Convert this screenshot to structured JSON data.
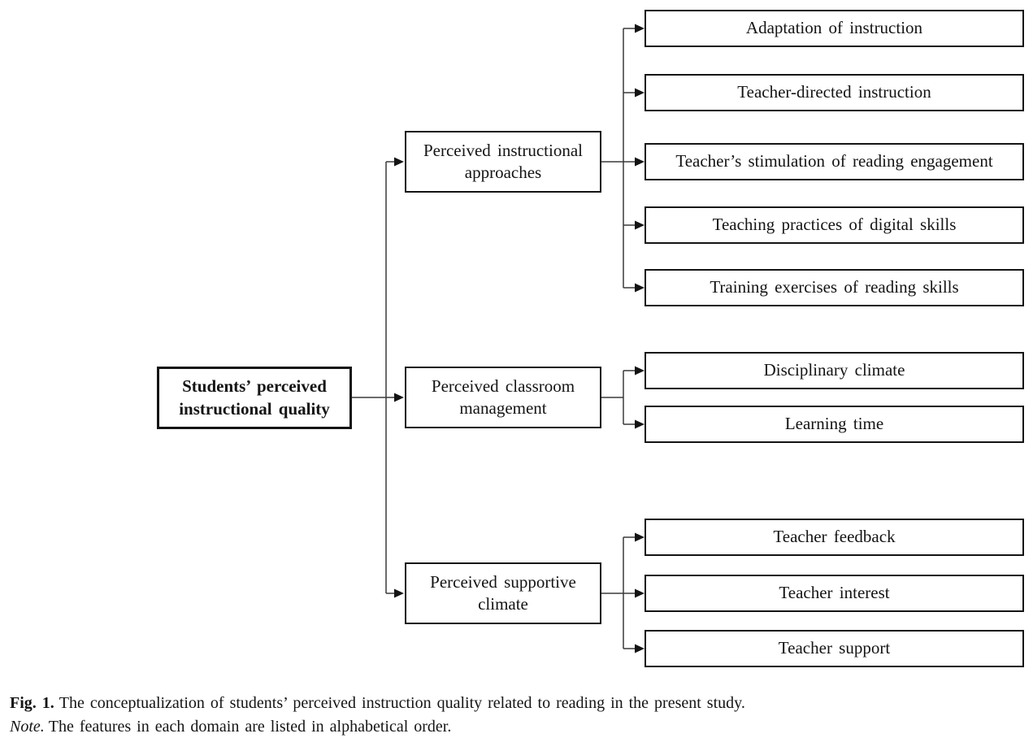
{
  "figure": {
    "root": {
      "label": "Students’ perceived\ninstructional quality"
    },
    "groups": [
      {
        "parent": {
          "label": "Perceived instructional\napproaches"
        },
        "children": [
          {
            "label": "Adaptation of instruction"
          },
          {
            "label": "Teacher-directed instruction"
          },
          {
            "label": "Teacher’s stimulation of reading engagement"
          },
          {
            "label": "Teaching practices of digital skills"
          },
          {
            "label": "Training exercises of reading skills"
          }
        ]
      },
      {
        "parent": {
          "label": "Perceived classroom\nmanagement"
        },
        "children": [
          {
            "label": "Disciplinary climate"
          },
          {
            "label": "Learning time"
          }
        ]
      },
      {
        "parent": {
          "label": "Perceived supportive\nclimate"
        },
        "children": [
          {
            "label": "Teacher feedback"
          },
          {
            "label": "Teacher interest"
          },
          {
            "label": "Teacher support"
          }
        ]
      }
    ]
  },
  "caption": {
    "fig_label": "Fig. 1.",
    "fig_text": "The conceptualization of students’ perceived instruction quality related to reading in the present study.",
    "note_label": "Note.",
    "note_text": "The features in each domain are listed in alphabetical order."
  },
  "colors": {
    "background": "#ffffff",
    "box_border": "#141414",
    "text": "#141414",
    "connector_line": "#3a3a3a"
  }
}
